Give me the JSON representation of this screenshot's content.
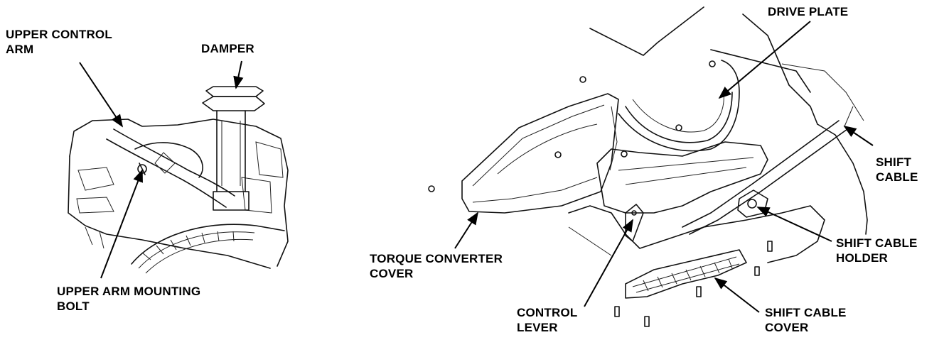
{
  "left_figure": {
    "labels": {
      "upper_control_arm": [
        "UPPER CONTROL",
        "ARM"
      ],
      "damper": "DAMPER",
      "upper_arm_mounting_bolt": [
        "UPPER ARM MOUNTING",
        "BOLT"
      ]
    }
  },
  "right_figure": {
    "labels": {
      "drive_plate": "DRIVE PLATE",
      "shift_cable": [
        "SHIFT",
        "CABLE"
      ],
      "shift_cable_holder": [
        "SHIFT CABLE",
        "HOLDER"
      ],
      "torque_converter_cover": [
        "TORQUE CONVERTER",
        "COVER"
      ],
      "control_lever": [
        "CONTROL",
        "LEVER"
      ],
      "shift_cable_cover": [
        "SHIFT CABLE",
        "COVER"
      ]
    }
  }
}
